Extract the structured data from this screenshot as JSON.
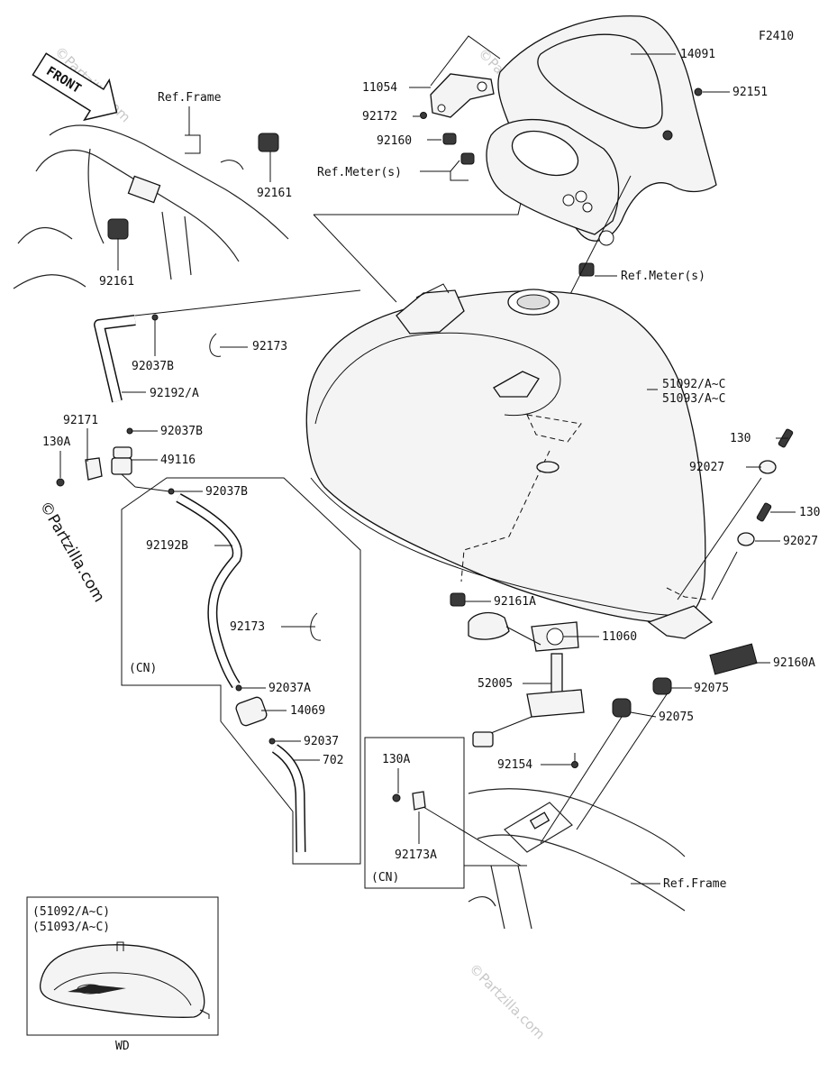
{
  "diagram_code": "F2410",
  "front_label": "FRONT",
  "watermark": "©Partzilla.com",
  "labels": {
    "ref_frame_top": "Ref.Frame",
    "p92161_a": "92161",
    "p92161_b": "92161",
    "p11054": "11054",
    "p92172": "92172",
    "p92160": "92160",
    "ref_meters_1": "Ref.Meter(s)",
    "p14091": "14091",
    "p92151": "92151",
    "ref_meters_2": "Ref.Meter(s)",
    "p92037B_1": "92037B",
    "p92173_1": "92173",
    "p92192A": "92192/A",
    "p92171": "92171",
    "p92037B_2": "92037B",
    "p130A_1": "130A",
    "p49116": "49116",
    "p92037B_3": "92037B",
    "p92192B": "92192B",
    "p92173_2": "92173",
    "cn_1": "(CN)",
    "p92037A": "92037A",
    "p14069": "14069",
    "p92037": "92037",
    "p702": "702",
    "p51092": "51092/A~C",
    "p51093": "51093/A~C",
    "p130_1": "130",
    "p92027_1": "92027",
    "p130_2": "130",
    "p92027_2": "92027",
    "p92161A": "92161A",
    "p11060": "11060",
    "p52005": "52005",
    "p92160A": "92160A",
    "p92075_1": "92075",
    "p92075_2": "92075",
    "p92154": "92154",
    "p130A_2": "130A",
    "p92173A": "92173A",
    "cn_2": "(CN)",
    "ref_frame_bottom": "Ref.Frame",
    "inset_line1": "(51092/A~C)",
    "inset_line2": "(51093/A~C)",
    "inset_wd": "WD"
  }
}
